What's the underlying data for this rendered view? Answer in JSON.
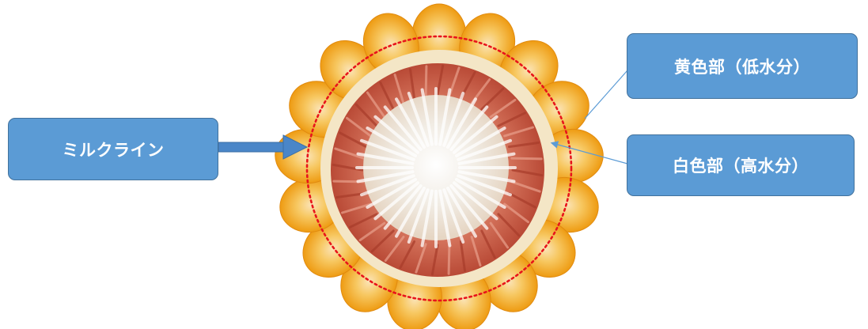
{
  "labels": {
    "milk_line": "ミルクライン",
    "yellow_part": "黄色部（低水分）",
    "white_part": "白色部（高水分）"
  },
  "colors": {
    "callout_fill": "#5b9bd5",
    "callout_border": "#41719c",
    "milk_line_circle": "#e8141b",
    "kernel_yellow": "#f2a216",
    "kernel_white": "#f6ead2",
    "cob_red": "#c85a43",
    "pith_white": "#f4f0ea"
  },
  "icons": {
    "milk_arrow": "thick-arrow-right",
    "yellow_leader": "thin-line",
    "white_leader": "thin-arrow"
  }
}
